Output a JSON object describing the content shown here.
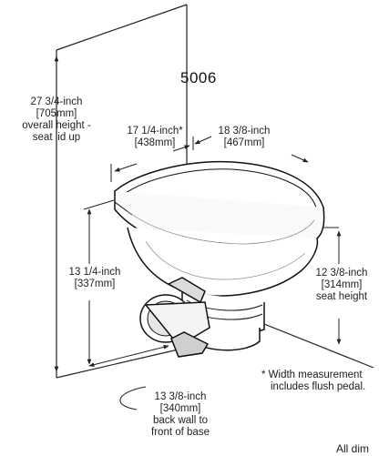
{
  "model": "5006",
  "dims": {
    "overall_height": [
      "27 3/4-inch",
      "[705mm]",
      "overall height -",
      "seat lid up"
    ],
    "width": [
      "17 1/4-inch*",
      "[438mm]"
    ],
    "depth": [
      "18 3/8-inch",
      "[467mm]"
    ],
    "bowl_height": [
      "13 1/4-inch",
      "[337mm]"
    ],
    "seat_height": [
      "12 3/8-inch",
      "[314mm]",
      "seat height"
    ],
    "wall_to_base": [
      "13 3/8-inch",
      "[340mm]",
      "back wall to",
      "front of base"
    ]
  },
  "footnote": [
    "* Width measurement",
    "includes flush pedal."
  ],
  "tail_text": "All dim"
}
